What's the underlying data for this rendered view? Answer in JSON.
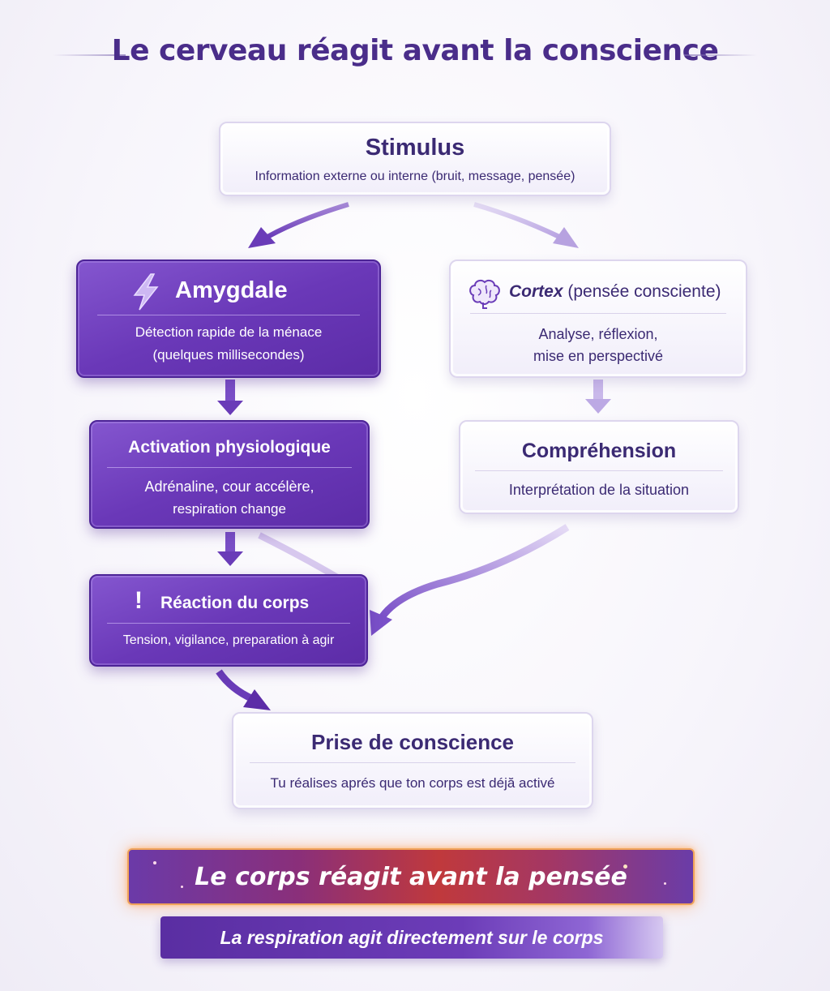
{
  "title": "Le cerveau réagit avant la conscience",
  "stimulus": {
    "heading": "Stimulus",
    "desc": "Information externe ou interne (bruit, message, pensée)"
  },
  "amygdale": {
    "heading": "Amygdale",
    "line1": "Détection rapide de la ménace",
    "line2": "(quelques millisecondes)",
    "icon": "lightning-icon"
  },
  "cortex": {
    "heading_bold": "Cortex",
    "heading_rest": "(pensée consciente)",
    "line1": "Analyse, réflexion,",
    "line2": "mise en perspectivé",
    "icon": "brain-icon"
  },
  "activation": {
    "heading": "Activation physiologique",
    "line1": "Adrénaline, cour accélère,",
    "line2": "respiration change"
  },
  "comprehension": {
    "heading": "Compréhension",
    "desc": "Interprétation de la situation"
  },
  "reaction": {
    "heading": "Réaction du corps",
    "desc": "Tension, vigilance, preparation à agir",
    "icon": "exclamation-icon"
  },
  "prise": {
    "heading": "Prise de conscience",
    "desc": "Tu réalises aprés que ton corps est déjă activé"
  },
  "banner": {
    "text": "Le corps réagit avant la pensée"
  },
  "subbanner": {
    "text": "La respiration agit directement sur le corps"
  },
  "colors": {
    "dark_purple": "#6a38b8",
    "light_box": "#f1eefa",
    "title": "#4a2d8a",
    "banner_glow": "#f0a35a"
  }
}
